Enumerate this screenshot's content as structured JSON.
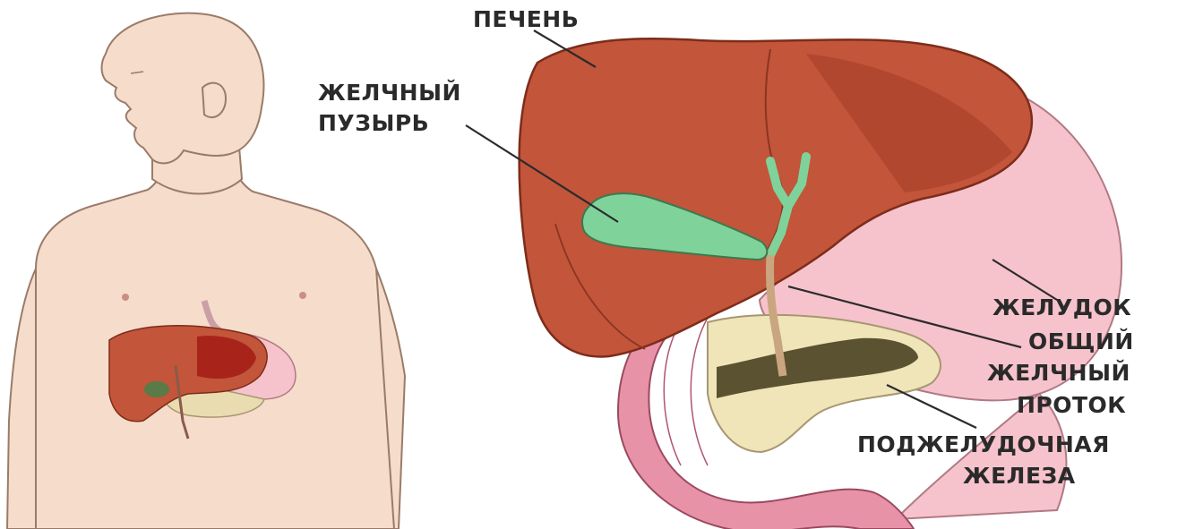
{
  "labels": {
    "liver": "ПЕЧЕНЬ",
    "gallbladder_line1": "ЖЕЛЧНЫЙ",
    "gallbladder_line2": "ПУЗЫРЬ",
    "stomach": "ЖЕЛУДОК",
    "bile_duct_line1": "ОБЩИЙ",
    "bile_duct_line2": "ЖЕЛЧНЫЙ",
    "bile_duct_line3": "ПРОТОК",
    "pancreas_line1": "ПОДЖЕЛУДОЧНАЯ",
    "pancreas_line2": "ЖЕЛЕЗА"
  },
  "colors": {
    "liver": "#c2553a",
    "liver_dark": "#9c3a24",
    "gallbladder": "#7fd39a",
    "stomach": "#f6c3cc",
    "pancreas": "#efe5b8",
    "duodenum": "#e892a8",
    "skin": "#f6dccb"
  }
}
